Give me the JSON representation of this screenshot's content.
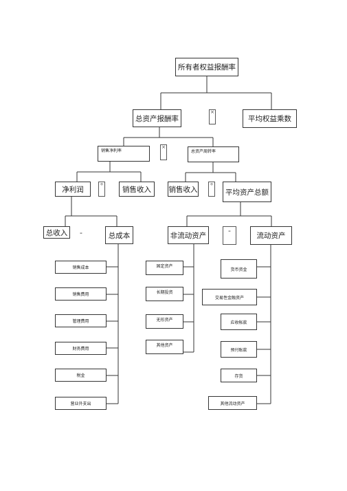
{
  "root": "所有者权益报酬率",
  "level1": {
    "left": "总资产报酬率",
    "op": "×",
    "right": "平均权益乘数"
  },
  "level2": {
    "left": "销售净利率",
    "op": "×",
    "right": "总资产周转率"
  },
  "level3": {
    "net_profit": "净利润",
    "op_left": "÷",
    "sales_left": "销售收入",
    "sales_right": "销售收入",
    "op_right": "÷",
    "avg_assets": "平均资产总额"
  },
  "level4": {
    "total_income": "总收入",
    "op_left": "-",
    "total_cost": "总成本",
    "noncurrent_assets": "非流动资产",
    "op_right": "-",
    "current_assets": "流动资产"
  },
  "cost_items": [
    "销售成本",
    "销售费用",
    "管理费用",
    "财务费用",
    "税金",
    "营业外支出"
  ],
  "noncurrent_items": [
    "固定资产",
    "长期投资",
    "无形资产",
    "其他资产"
  ],
  "current_items": [
    "货币资金",
    "交易性金融资产",
    "应收帐款",
    "预付账款",
    "存货",
    "其他流动资产"
  ]
}
